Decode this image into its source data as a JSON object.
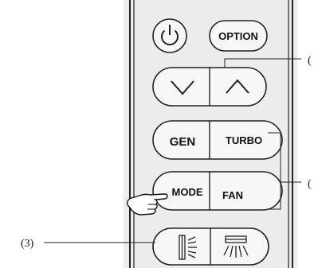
{
  "buttons": {
    "power": {
      "icon": "power-icon"
    },
    "option": {
      "label": "OPTION"
    },
    "temp_down": {
      "icon": "chevron-down-icon"
    },
    "temp_up": {
      "icon": "chevron-up-icon"
    },
    "gen": {
      "label": "GEN"
    },
    "turbo": {
      "label": "TURBO"
    },
    "mode": {
      "label": "MODE"
    },
    "fan": {
      "label": "FAN"
    },
    "swing_vertical": {
      "icon": "vertical-swing-icon"
    },
    "swing_horizontal": {
      "icon": "horizontal-swing-icon"
    }
  },
  "callouts": {
    "temp": "(",
    "gen_turbo_mode_fan": "(",
    "swing": "(3)"
  },
  "pointer": {
    "icon": "pointing-hand-icon"
  }
}
